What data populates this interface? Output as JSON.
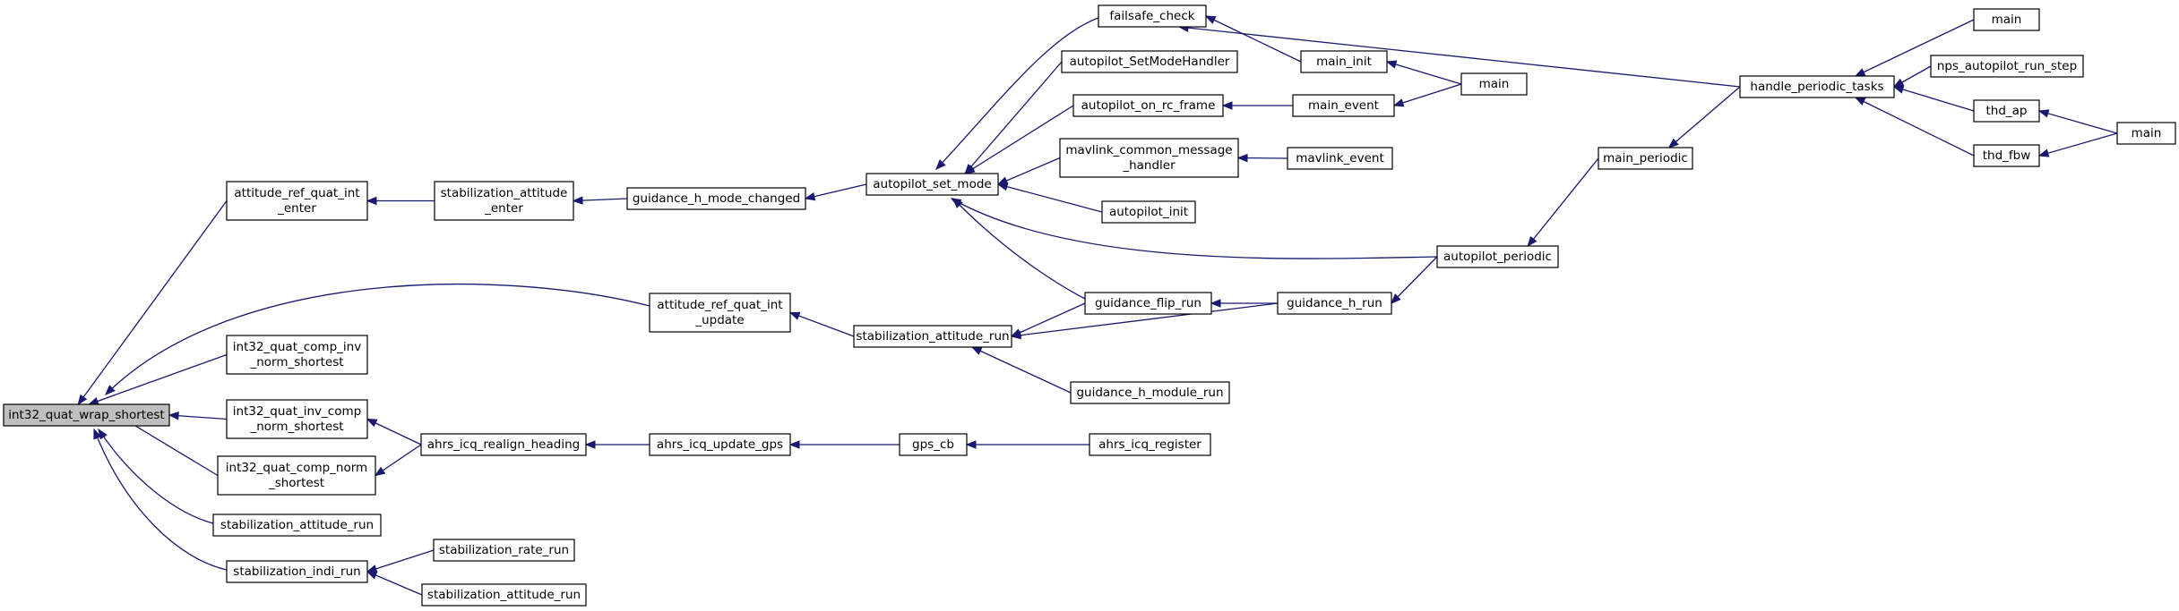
{
  "graph": {
    "colors": {
      "edge": "#191970",
      "root_fill": "#bfbfbf",
      "node_fill": "#ffffff",
      "border": "#000000"
    },
    "nodes": [
      {
        "id": "n0",
        "lines": [
          "int32_quat_wrap_shortest"
        ]
      },
      {
        "id": "n1",
        "lines": [
          "attitude_ref_quat_int",
          "_enter"
        ]
      },
      {
        "id": "n2",
        "lines": [
          "stabilization_attitude",
          "_enter"
        ]
      },
      {
        "id": "n3",
        "lines": [
          "guidance_h_mode_changed"
        ]
      },
      {
        "id": "n4",
        "lines": [
          "autopilot_set_mode"
        ]
      },
      {
        "id": "n5",
        "lines": [
          "failsafe_check"
        ]
      },
      {
        "id": "n6",
        "lines": [
          "autopilot_SetModeHandler"
        ]
      },
      {
        "id": "n7",
        "lines": [
          "autopilot_on_rc_frame"
        ]
      },
      {
        "id": "n8",
        "lines": [
          "mavlink_common_message",
          "_handler"
        ]
      },
      {
        "id": "n9",
        "lines": [
          "autopilot_init"
        ]
      },
      {
        "id": "n10",
        "lines": [
          "main_init"
        ]
      },
      {
        "id": "n11",
        "lines": [
          "main_event"
        ]
      },
      {
        "id": "n12",
        "lines": [
          "main"
        ]
      },
      {
        "id": "n13",
        "lines": [
          "mavlink_event"
        ]
      },
      {
        "id": "n14",
        "lines": [
          "handle_periodic_tasks"
        ]
      },
      {
        "id": "n15",
        "lines": [
          "main"
        ]
      },
      {
        "id": "n16",
        "lines": [
          "nps_autopilot_run_step"
        ]
      },
      {
        "id": "n17",
        "lines": [
          "thd_ap"
        ]
      },
      {
        "id": "n18",
        "lines": [
          "thd_fbw"
        ]
      },
      {
        "id": "n19",
        "lines": [
          "main"
        ]
      },
      {
        "id": "n20",
        "lines": [
          "main_periodic"
        ]
      },
      {
        "id": "n21",
        "lines": [
          "autopilot_periodic"
        ]
      },
      {
        "id": "n22",
        "lines": [
          "attitude_ref_quat_int",
          "_update"
        ]
      },
      {
        "id": "n23",
        "lines": [
          "stabilization_attitude_run"
        ]
      },
      {
        "id": "n24",
        "lines": [
          "guidance_flip_run"
        ]
      },
      {
        "id": "n25",
        "lines": [
          "guidance_h_run"
        ]
      },
      {
        "id": "n26",
        "lines": [
          "guidance_h_module_run"
        ]
      },
      {
        "id": "n27",
        "lines": [
          "int32_quat_comp_inv",
          "_norm_shortest"
        ]
      },
      {
        "id": "n28",
        "lines": [
          "int32_quat_inv_comp",
          "_norm_shortest"
        ]
      },
      {
        "id": "n29",
        "lines": [
          "int32_quat_comp_norm",
          "_shortest"
        ]
      },
      {
        "id": "n30",
        "lines": [
          "ahrs_icq_realign_heading"
        ]
      },
      {
        "id": "n31",
        "lines": [
          "ahrs_icq_update_gps"
        ]
      },
      {
        "id": "n32",
        "lines": [
          "gps_cb"
        ]
      },
      {
        "id": "n33",
        "lines": [
          "ahrs_icq_register"
        ]
      },
      {
        "id": "n34",
        "lines": [
          "stabilization_attitude_run"
        ]
      },
      {
        "id": "n35",
        "lines": [
          "stabilization_indi_run"
        ]
      },
      {
        "id": "n36",
        "lines": [
          "stabilization_rate_run"
        ]
      },
      {
        "id": "n37",
        "lines": [
          "stabilization_attitude_run"
        ]
      }
    ],
    "edges": [
      [
        "n0",
        "n1"
      ],
      [
        "n0",
        "n22"
      ],
      [
        "n0",
        "n27"
      ],
      [
        "n0",
        "n28"
      ],
      [
        "n0",
        "n29"
      ],
      [
        "n0",
        "n34"
      ],
      [
        "n0",
        "n35"
      ],
      [
        "n1",
        "n2"
      ],
      [
        "n2",
        "n3"
      ],
      [
        "n3",
        "n4"
      ],
      [
        "n4",
        "n5"
      ],
      [
        "n4",
        "n6"
      ],
      [
        "n4",
        "n7"
      ],
      [
        "n4",
        "n8"
      ],
      [
        "n4",
        "n9"
      ],
      [
        "n4",
        "n21"
      ],
      [
        "n4",
        "n24"
      ],
      [
        "n5",
        "n10"
      ],
      [
        "n5",
        "n14"
      ],
      [
        "n10",
        "n12"
      ],
      [
        "n7",
        "n11"
      ],
      [
        "n11",
        "n12"
      ],
      [
        "n8",
        "n13"
      ],
      [
        "n14",
        "n15"
      ],
      [
        "n14",
        "n16"
      ],
      [
        "n14",
        "n17"
      ],
      [
        "n14",
        "n18"
      ],
      [
        "n17",
        "n19"
      ],
      [
        "n18",
        "n19"
      ],
      [
        "n20",
        "n14"
      ],
      [
        "n21",
        "n20"
      ],
      [
        "n22",
        "n23"
      ],
      [
        "n23",
        "n24"
      ],
      [
        "n23",
        "n25"
      ],
      [
        "n23",
        "n26"
      ],
      [
        "n24",
        "n25"
      ],
      [
        "n25",
        "n21"
      ],
      [
        "n28",
        "n30"
      ],
      [
        "n29",
        "n30"
      ],
      [
        "n30",
        "n31"
      ],
      [
        "n31",
        "n32"
      ],
      [
        "n32",
        "n33"
      ],
      [
        "n35",
        "n36"
      ],
      [
        "n35",
        "n37"
      ]
    ]
  }
}
